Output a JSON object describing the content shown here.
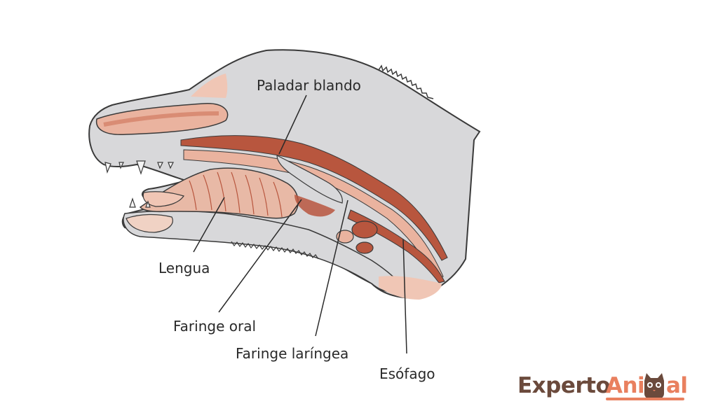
{
  "labels": {
    "paladar_blando": "Paladar blando",
    "lengua": "Lengua",
    "faringe_oral": "Faringe oral",
    "faringe_laringea": "Faringe laríngea",
    "esofago": "Esófago"
  },
  "logo": {
    "part1": "Experto",
    "part2": "Ani",
    "part3": "al",
    "icon": "cat-face-icon"
  },
  "colors": {
    "head_fill": "#d8d8da",
    "outline": "#3a3a3a",
    "dark_tissue": "#b8563e",
    "light_tissue": "#eab39f",
    "tongue": "#e8b9a6",
    "logo_brown": "#6b4a3c",
    "logo_orange": "#e9805f"
  }
}
